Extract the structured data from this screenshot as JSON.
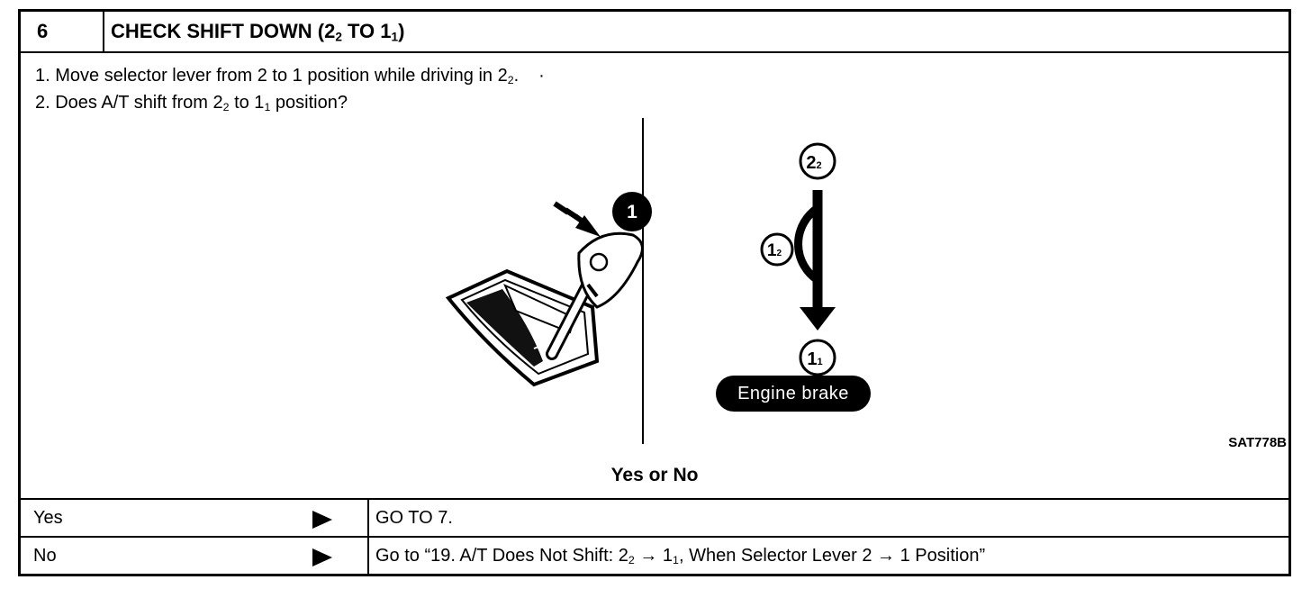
{
  "header": {
    "step": "6",
    "title": "CHECK SHIFT DOWN (2",
    "title_sub1": "2",
    "title_mid": " TO 1",
    "title_sub2": "1",
    "title_end": ")"
  },
  "instructions": {
    "line1": {
      "text": "1.  Move selector lever from 2 to 1 position while driving in 2",
      "sub": "2",
      "end": ".",
      "mark": "·"
    },
    "line2": {
      "text": "2.  Does A/T shift from 2",
      "sub1": "2",
      "mid": " to 1",
      "sub2": "1",
      "end": " position?"
    }
  },
  "figure": {
    "step_number": "1",
    "gear_top": "2",
    "gear_top_sub": "2",
    "gear_mid": "1",
    "gear_mid_sub": "2",
    "gear_bottom": "1",
    "gear_bottom_sub": "1",
    "engine_brake": "Engine brake",
    "code": "SAT778B"
  },
  "question": "Yes or No",
  "rows": [
    {
      "answer": "Yes",
      "action": "GO TO 7."
    },
    {
      "answer": "No",
      "action": {
        "a": "Go to “19. A/T Does Not Shift: 2",
        "sub1": "2",
        "b": " → 1",
        "sub2": "1",
        "c": ", When Selector Lever 2 → 1 Position”"
      }
    }
  ]
}
